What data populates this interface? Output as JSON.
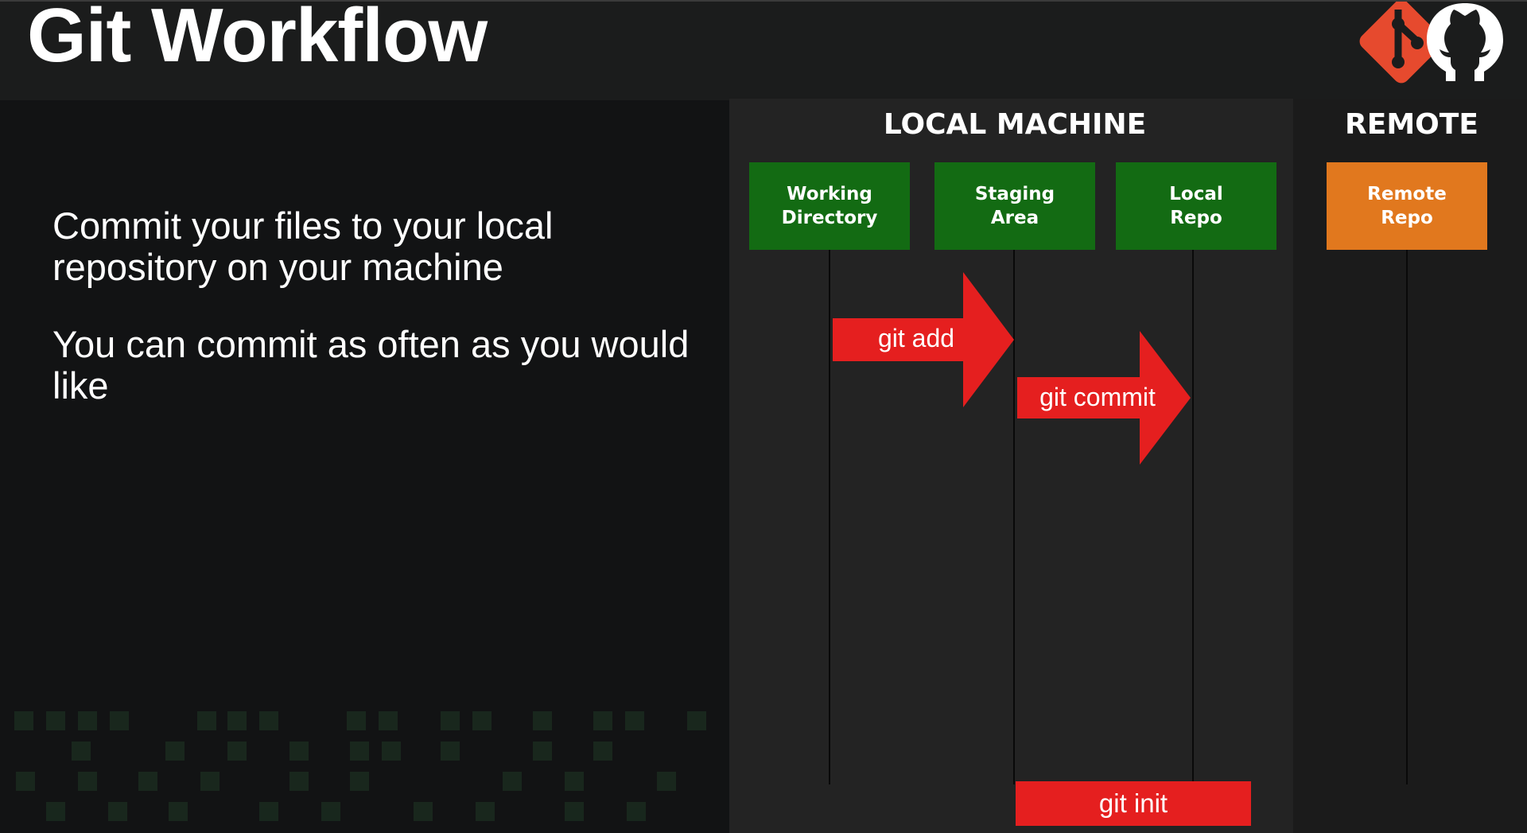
{
  "slide": {
    "title": "Git Workflow",
    "paragraphs": [
      "Commit your files to your local repository on your machine",
      "You can commit as often as you would like"
    ]
  },
  "diagram": {
    "local_heading": "LOCAL MACHINE",
    "remote_heading": "REMOTE",
    "boxes": [
      {
        "label": "Working\nDirectory",
        "color": "#136b13"
      },
      {
        "label": "Staging\nArea",
        "color": "#136b13"
      },
      {
        "label": "Local\nRepo",
        "color": "#136b13"
      },
      {
        "label": "Remote\nRepo",
        "color": "#e1781e"
      }
    ],
    "arrows": [
      {
        "label": "git add",
        "from": "Working Directory",
        "to": "Staging Area"
      },
      {
        "label": "git commit",
        "from": "Staging Area",
        "to": "Local Repo"
      }
    ],
    "init_label": "git init",
    "arrow_color": "#e51f1f"
  },
  "icons": {
    "git_logo": "git-logo-icon",
    "github_logo": "github-octocat-icon"
  }
}
